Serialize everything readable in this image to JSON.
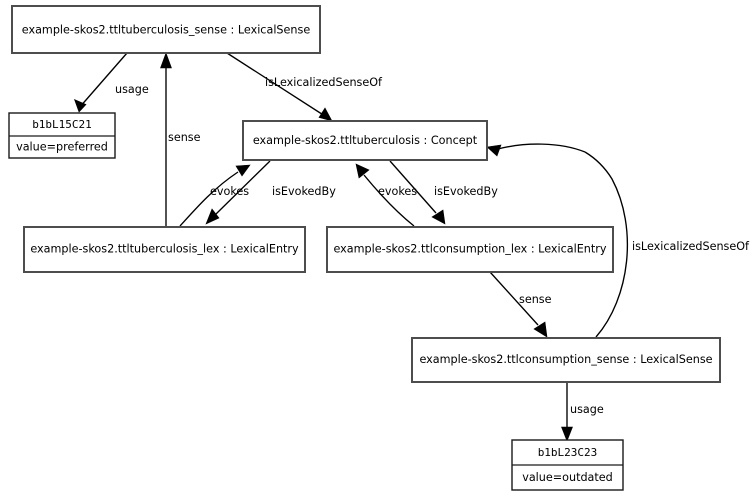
{
  "diagram": {
    "type": "object-graph",
    "title": "",
    "background_color": "#ffffff",
    "node_border_color": "#4d4d4d",
    "edge_color": "#000000",
    "nodes": [
      {
        "id": "tuberculosis_sense",
        "label": "example-skos2.ttltuberculosis_sense : LexicalSense",
        "kind": "class-box"
      },
      {
        "id": "b1bL15C21",
        "label": "b1bL15C21",
        "attribute": "value=preferred",
        "kind": "attribute-box"
      },
      {
        "id": "tuberculosis_concept",
        "label": "example-skos2.ttltuberculosis : Concept",
        "kind": "class-box"
      },
      {
        "id": "tuberculosis_lex",
        "label": "example-skos2.ttltuberculosis_lex : LexicalEntry",
        "kind": "class-box"
      },
      {
        "id": "consumption_lex",
        "label": "example-skos2.ttlconsumption_lex : LexicalEntry",
        "kind": "class-box"
      },
      {
        "id": "consumption_sense",
        "label": "example-skos2.ttlconsumption_sense : LexicalSense",
        "kind": "class-box"
      },
      {
        "id": "b1bL23C23",
        "label": "b1bL23C23",
        "attribute": "value=outdated",
        "kind": "attribute-box"
      }
    ],
    "edges": [
      {
        "id": "e1",
        "label": "usage",
        "from": "tuberculosis_sense",
        "to": "b1bL15C21"
      },
      {
        "id": "e2",
        "label": "sense",
        "from": "tuberculosis_lex",
        "to": "tuberculosis_sense"
      },
      {
        "id": "e3",
        "label": "isLexicalizedSenseOf",
        "from": "tuberculosis_sense",
        "to": "tuberculosis_concept"
      },
      {
        "id": "e4",
        "label": "evokes",
        "from": "tuberculosis_lex",
        "to": "tuberculosis_concept"
      },
      {
        "id": "e5",
        "label": "isEvokedBy",
        "from": "tuberculosis_concept",
        "to": "tuberculosis_lex"
      },
      {
        "id": "e6",
        "label": "evokes",
        "from": "consumption_lex",
        "to": "tuberculosis_concept"
      },
      {
        "id": "e7",
        "label": "isEvokedBy",
        "from": "tuberculosis_concept",
        "to": "consumption_lex"
      },
      {
        "id": "e8",
        "label": "sense",
        "from": "consumption_lex",
        "to": "consumption_sense"
      },
      {
        "id": "e9",
        "label": "isLexicalizedSenseOf",
        "from": "consumption_sense",
        "to": "tuberculosis_concept"
      },
      {
        "id": "e10",
        "label": "usage",
        "from": "consumption_sense",
        "to": "b1bL23C23"
      }
    ]
  }
}
